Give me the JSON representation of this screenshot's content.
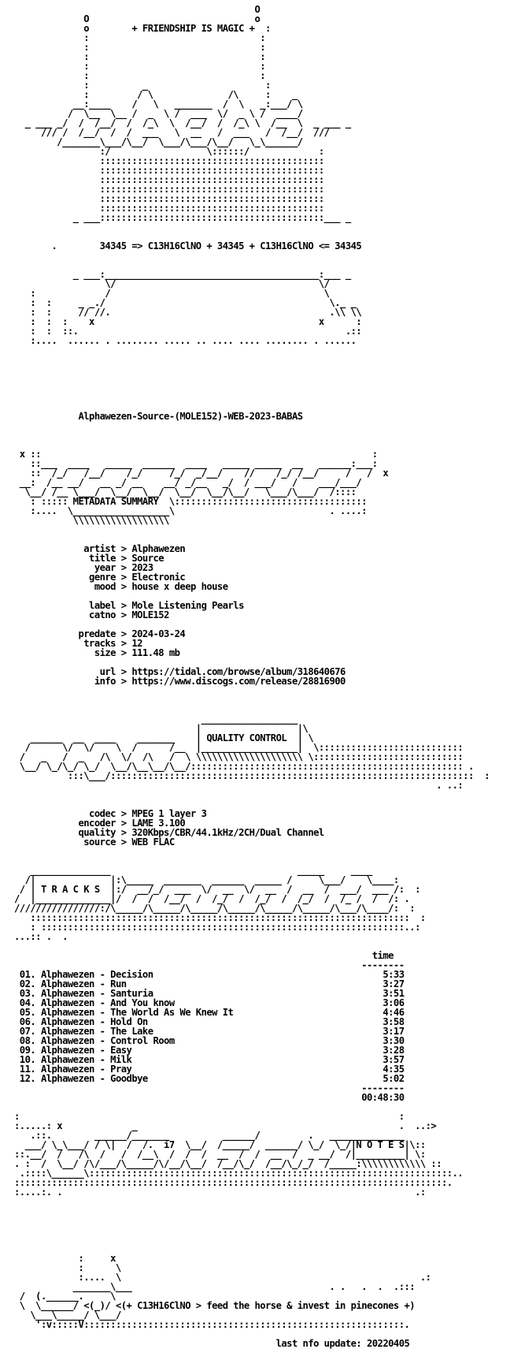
{
  "nfo": {
    "lines": [
      "                                             O",
      "             O                               o",
      "             o        + FRIENDSHIP IS MAGIC +  :",
      "             :                                :",
      "             :                                :",
      "             :                                :",
      "             :                                :",
      "             :                                :",
      "             :          _                      :",
      "             :         / \\              /\\     :    _",
      "           __:____    /   \\   _______  /  \\   _:___/ \\",
      "          /  \\__  \\__ /  _  \\ /  ___  \\/  _ \\ /  ____/",
      "  _ ___ _/  /  /__/  /  /_\\  \\  /__/  /  /_\\ \\  /__  \\  _ ___ _",
      "     /// /  /__/  /  /  ___   \\  __   /  ___   /  /__/  ///",
      "        /_______\\___/\\__/  \\___/\\___/\\__/   \\_\\______/",
      "                :/                  \\::::::/             :",
      "                ::::::::::::::::::::::::::::::::::::::::::",
      "                ::::::::::::::::::::::::::::::::::::::::::",
      "                ::::::::::::::::::::::::::::::::::::::::::",
      "                ::::::::::::::::::::::::::::::::::::::::::",
      "                ::::::::::::::::::::::::::::::::::::::::::",
      "                ::::::::::::::::::::::::::::::::::::::::::",
      "           _ ___::::::::::::::::::::::::::::::::::::::::::___ _",
      "",
      "",
      "       .        34345 => C13H16ClNO + 34345 + C13H16ClNO <= 34345",
      "",
      "",
      "           _ ___:________________________________________:___ _",
      "                 \\/                                      \\/",
      "   :             /                                        \\",
      "   :  :     _ _./                                          \\._ _",
      "   :  :     // //.                                         .\\\\ \\\\",
      "   :  :  :    x                                          x      :",
      "   :  :  ::.                                                  .::",
      "   :....  ...... . ........ ..... .. .... .... ........ . ......",
      "",
      "",
      "",
      "",
      "",
      "",
      "",
      "            Alphawezen-Source-(MOLE152)-WEB-2023-BABAS",
      "",
      "",
      "",
      " x ::                                                              :",
      "   ::___  ____   _____  ______  ____   _____ _____  __   ______:___:",
      "   ::  /_/   /__/    /_/     /_/  _/__/    //    /_/ /__/     /   /  x",
      " __:  /__ __/   __ _/ __    __/ _/__   _/  / ___/   /    ___/___/",
      "  \\__/ /__ \\___/  \\__/  \\__/  \\__/  \\__/\\__/   \\___/\\___/  /::::",
      "   : ::::: METADATA SUMMARY  \\::::::::::::::::::::::::::::::::::::",
      "   :....  \\__________________\\                             . ....:",
      "           \\\\\\\\\\\\\\\\\\\\\\\\\\\\\\\\\\\\",
      "",
      "",
      "             artist > Alphawezen",
      "              title > Source",
      "               year > 2023",
      "              genre > Electronic",
      "               mood > house x deep house",
      "",
      "              label > Mole Listening Pearls",
      "              catno > MOLE152",
      "",
      "            predate > 2024-03-24",
      "             tracks > 12",
      "               size > 111.48 mb",
      "",
      "                url > https://tidal.com/browse/album/318640676",
      "               info > https://www.discogs.com/release/28816900",
      "",
      "",
      "",
      "                                   __________________",
      "                                  |                  |\\",
      "   ______  __  ____    _______    | QUALITY CONTROL  | \\",
      "  /      \\/  \\/    \\  /      /__  |__________________|  \\:::::::::::::::::::::::::::",
      " /   _   /  _   /\\  \\/  /\\   /  \\ \\\\\\\\\\\\\\\\\\\\\\\\\\\\\\\\\\\\\\\\ \\::::::::::::::::::::::::::::",
      " \\__/ \\_/\\_/ \\_/  \\__/\\__\\__/\\__/::::::::::::::::::::::::::::::::::::::::::::::::::: .",
      "          :::\\___/::::::::::::::::::::::::::::::::::::::::::::::::::::::::::::::::::::  :",
      "                                                                               . ..:",
      "",
      "",
      "              codec > MPEG 1 layer 3",
      "            encoder > LAME 3.100",
      "            quality > 320Kbps/CBR/44.1kHz/2CH/Dual Channel",
      "             source > WEB FLAC",
      "",
      "",
      "   _______________                                   _____     ____",
      "  /|              |:\\_____  _______  ______  _____ /     \\___/    \\____:",
      " / | T R A C K S  |:/  __/_/  ___  \\/  __  \\/  __  /  __  /  ___/  ___ /:  :",
      "/  |______________|/  /  /  /__/  /  /_/  /  /_/  /  /_/  /  /_ /  /  /: .",
      "////////////////:/\\_____/\\_____/\\_____/\\_____/\\_____/\\_____/\\___/\\____/:  :",
      "   :::::::::::::::::::::::::::::::::::::::::::::::::::::::::::::::::::::::  :",
      "   : ::::::::::::::::::::::::::::::::::::::::::::::::::::::::::::::::::::..:",
      "...:: .  .",
      "",
      "                                                                   time",
      "                                                                 --------",
      " 01. Alphawezen - Decision                                           5:33",
      " 02. Alphawezen - Run                                                3:27",
      " 03. Alphawezen - Santuria                                           3:51",
      " 04. Alphawezen - And You know                                       3:06",
      " 05. Alphawezen - The World As We Knew It                            4:46",
      " 06. Alphawezen - Hold On                                            3:58",
      " 07. Alphawezen - The Lake                                           3:17",
      " 08. Alphawezen - Control Room                                       3:30",
      " 09. Alphawezen - Easy                                               3:28",
      " 10. Alphawezen - Milk                                               3:57",
      " 11. Alphawezen - Pray                                               4:35",
      " 12. Alphawezen - Goodbye                                            5:02",
      "                                                                 --------",
      "                                                                 00:48:30",
      "",
      ":                                                                       :",
      ":.....: x             _                                                 .  ..:>",
      "   .::.        ______/_______          ______/         .   ______________",
      "  ___/ \\_\\___/ / \\|  /  /.  i7  \\__/  /_____/  ______/ \\_/  \\_/|N O T E S|\\::",
      "::.__/  /   /\\  /   /  /__\\  /  /  /  __  /  /  __  /  _ __/  /|_________| \\:",
      ". :  /  \\__/ /\\/___/\\_____/\\/__/\\__/  /__/\\_/  /__/\\_/_/  /_____:\\\\\\\\\\\\\\\\\\\\\\\\ ::",
      " .::::\\______\\::::::::::::::::::::::::::::::::::::::::::::::::::::::::::::::::::::..",
      ":::::::::::::::::::::::::::::::::::::::::::::::::::::::::::::::::::::::::::::::::.",
      ":....:. .                                                                  .:",
      "",
      "",
      "",
      "",
      "",
      "",
      "            :     x",
      "            :      \\",
      "            :....  \\                                                        .:",
      "           _______\\___                                     . .   .  .  .:::",
      " /  (.______.     \\                                                       ",
      " \\  \\______/ <(_)/ <(+ C13H16ClNO > feed the horse & invest in pinecones +)",
      "   \\___\\_____/ \\___/",
      "    ':v:::::V::::::::::::::::::::::::::::::::::::::::::::::::::::::::::::.",
      "",
      "                                                 last nfo update: 20220405"
    ]
  }
}
